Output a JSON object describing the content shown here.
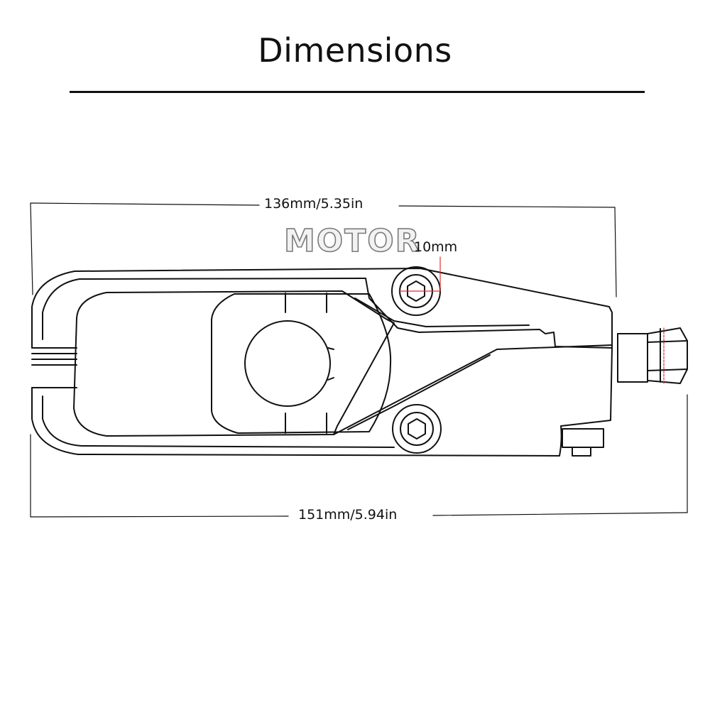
{
  "header": {
    "title": "Dimensions"
  },
  "dimensions": {
    "overall_length": "136mm/5.35in",
    "total_length": "151mm/5.94in",
    "bolt_size": "10mm"
  },
  "watermark": {
    "text": "MOTOR"
  },
  "colors": {
    "line": "#111111",
    "measure_red": "#e03030"
  }
}
